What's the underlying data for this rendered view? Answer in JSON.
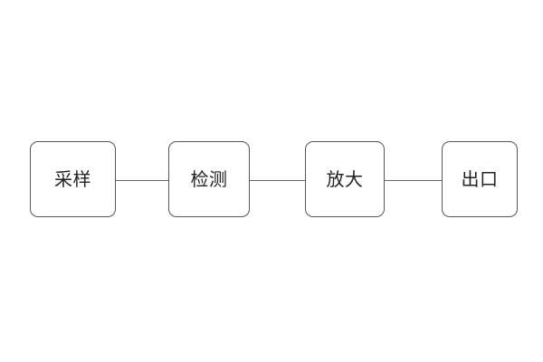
{
  "diagram": {
    "type": "flowchart",
    "orientation": "horizontal",
    "background_color": "#ffffff",
    "node_border_color": "#555555",
    "node_fill_color": "#ffffff",
    "connector_color": "#666666",
    "label_color": "#222222",
    "nodes": [
      {
        "id": "node-sampling",
        "label": "采样"
      },
      {
        "id": "node-detection",
        "label": "检测"
      },
      {
        "id": "node-amplify",
        "label": "放大"
      },
      {
        "id": "node-output",
        "label": "出口"
      }
    ],
    "connectors": [
      {
        "from": "采样",
        "to": "检测"
      },
      {
        "from": "检测",
        "to": "放大"
      },
      {
        "from": "放大",
        "to": "出口"
      }
    ]
  }
}
